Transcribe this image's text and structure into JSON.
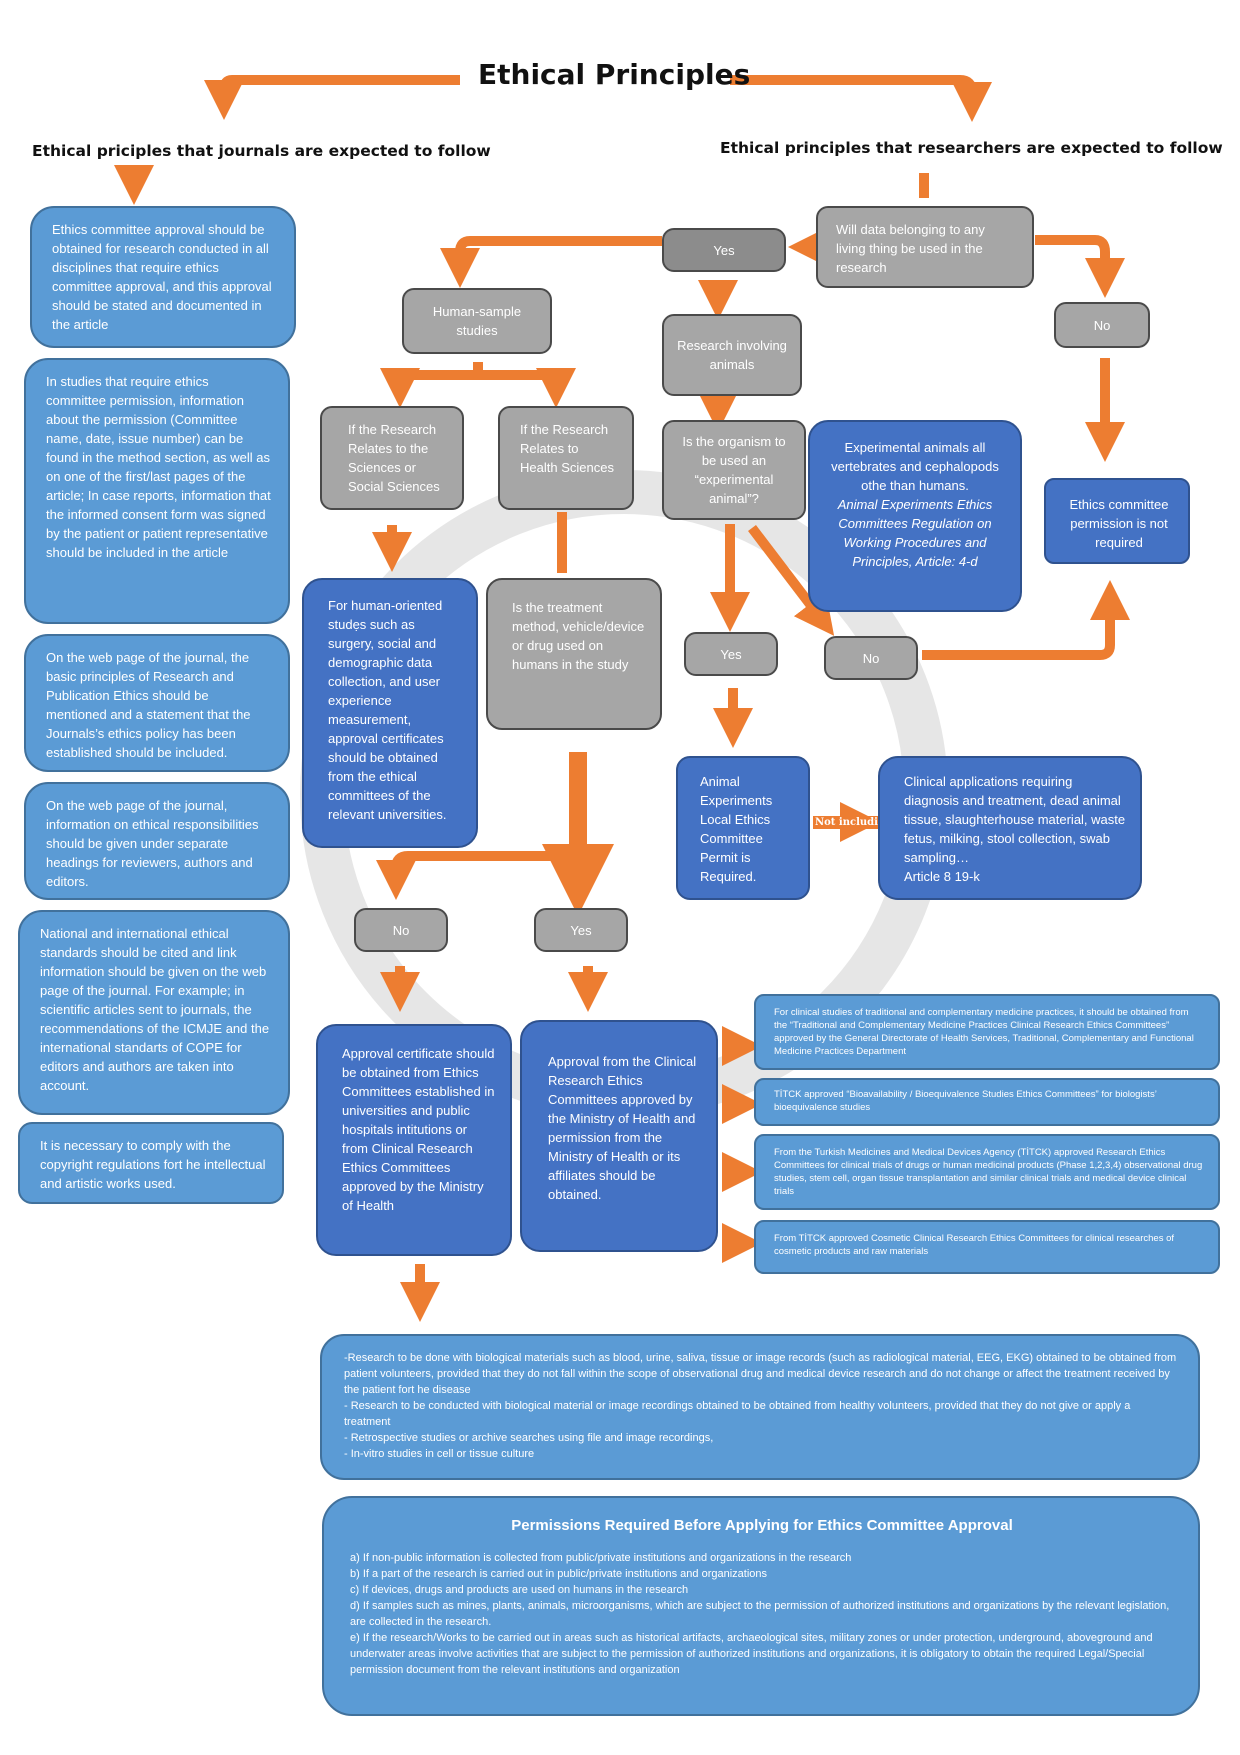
{
  "title": "Ethical Principles",
  "left_heading": "Ethical pricipl​es that journals are expected to follow",
  "right_heading": "Ethical principles that researchers are expected to follow",
  "journal_boxes": [
    "Ethics committee approval should be obtained for research conducted in all disciplines that require ethics committee approval, and this approval should be stated and documented in the article",
    "In studies that require ethics committee permission, information about the permission (Committee name, date, issue number) can be found in the method section, as well as on one of the first/last pages of the article; In case reports, information that the informed consent form was signed by the patient or patient representative should be included in the article",
    "On the web page of the journal, the basic principles of Research and Publication Ethics should be mentioned and a statement that the Journals’s ethics policy has been established should be included.",
    "On the web page of the journal, information on ethical responsibilities should be given under separate headings for reviewers, authors and editors.",
    "National and international ethical standards should be cited and link information should be given on the web page of the journal. For example; in scientific articles sent to journals, the recommendations of the ICMJE and the international standarts of COPE for editors and authors are taken into account.",
    "It is necessary to comply with the copyright regulations fort he intellectual and artistic works used."
  ],
  "nodes": {
    "will_data": "Will data belonging to any living thing be used in the research",
    "yes_top": "Yes",
    "no_top": "No",
    "human_sample": "Human-sample studies",
    "research_animals": "Research involving animals",
    "social_sciences": "If the Research Relates to the Sciences or Social Sciences",
    "health_sciences": "If the Research Relates to Health Sciences",
    "organism_question": "Is the organism to be used an “experimental animal”?",
    "experimental_animals": "Experimental animals all vertebrates and cephalopods othe than humans.",
    "experimental_animals_ref": "Animal Experiments Ethics Committees Regulation on Working Procedures and Principles, Article: 4-d",
    "ethics_not_required": "Ethics committee permission is not required",
    "human_oriented": "For human-oriented studẹs such as surgery, social and demographic data collection, and user experience measurement, approval certificates should be obtained from the ethical committees of the relevant universities.",
    "treatment_question": "Is the treatment method, vehicle/device or drug used on humans in the study",
    "yes_animal": "Yes",
    "no_animal": "No",
    "animal_permit": "Animal Experiments Local Ethics Committee Permit is Required.",
    "not_including": "Not including",
    "clinical_applications": "Clinical applications requiring diagnosis and treatment, dead animal tissue, slaughterhouse material, waste fetus, milking, stool collection, swab sampling…",
    "clinical_applications_ref": "Article 8 19-k",
    "no_treatment": "No",
    "yes_treatment": "Yes",
    "approval_universities": "Approval certificate should be obtained from Ethics Committees established in universities and public hospitals intitutions or from Clinical Research Ethics Committees approved by the Ministry of Health",
    "approval_clinical": "Approval from the Clinical Research Ethics Committees approved by the Ministry of Health and permission from the Ministry of Health or its affiliates should be obtained."
  },
  "committee_boxes": [
    "For clinical studies of traditional and complementary medicine practices, it should be obtained from the “Traditional and Complementary Medicine Practices Clinical Research Ethics Committees” approved by the General Directorate of Health Services, Traditional, Complementary and Functional Medicine Practices Department",
    "TİTCK approved “Bioavailability / Bioequivalence Studies Ethics Committees” for biologists’ bioequivalence studies",
    "From the Turkish Medicines and Medical Devices Agency (TİTCK) approved Research Ethics Committees for clinical trials of drugs or human medicinal products (Phase 1,2,3,4) observational drug studies, stem cell, organ tissue transplantation and similar clinical trials and medical device clinical trials",
    "From TİTCK approved Cosmetic Clinical Research Ethics Committees for clinical researches of cosmetic products and raw materials"
  ],
  "research_list": [
    "-Research to be done with biological materials such as blood, urine, saliva, tissue or image records (such as radiological material, EEG, EKG) obtained to be obtained from patient volunteers, provided that they do not fall within the scope of observational drug and medical device research and do not change or affect the treatment received by the patient fort he disease",
    "- Research to be conducted with biological material or image recordings obtained to be obtained from healthy volunteers, provided that they do not give or apply a treatment",
    "- Retrospective studies or archive searches using file and image recordings,",
    "- In-vitro studies in cell or tissue culture"
  ],
  "permissions": {
    "title": "Permissions Required Before Applying for Ethics Committee Approval",
    "items": [
      "a) If non-public information is collected from public/private institutions and organizations in the research",
      "b) If a part of the research is carried out in public/private institutions and organizations",
      "c) If devices, drugs and products are used on humans in the research",
      "d) If samples such as mines, plants, animals, microorganisms, which are subject to the permission of authorized institutions and organizations by the relevant legislation, are collected in the research.",
      "e) If the research/Works to be carried out in areas such as historical artifacts, archaeological sites, military zones or under protection, underground, aboveground and underwater areas involve activities that are subject to the permission of authorized institutions and organizations, it is obligatory to obtain the required Legal/Special permission document from the relevant institutions and organization"
    ]
  },
  "colors": {
    "arrow": "#ed7d31",
    "light_blue": "#5b9bd5",
    "dark_blue": "#4472c4",
    "gray": "#a6a6a6"
  }
}
